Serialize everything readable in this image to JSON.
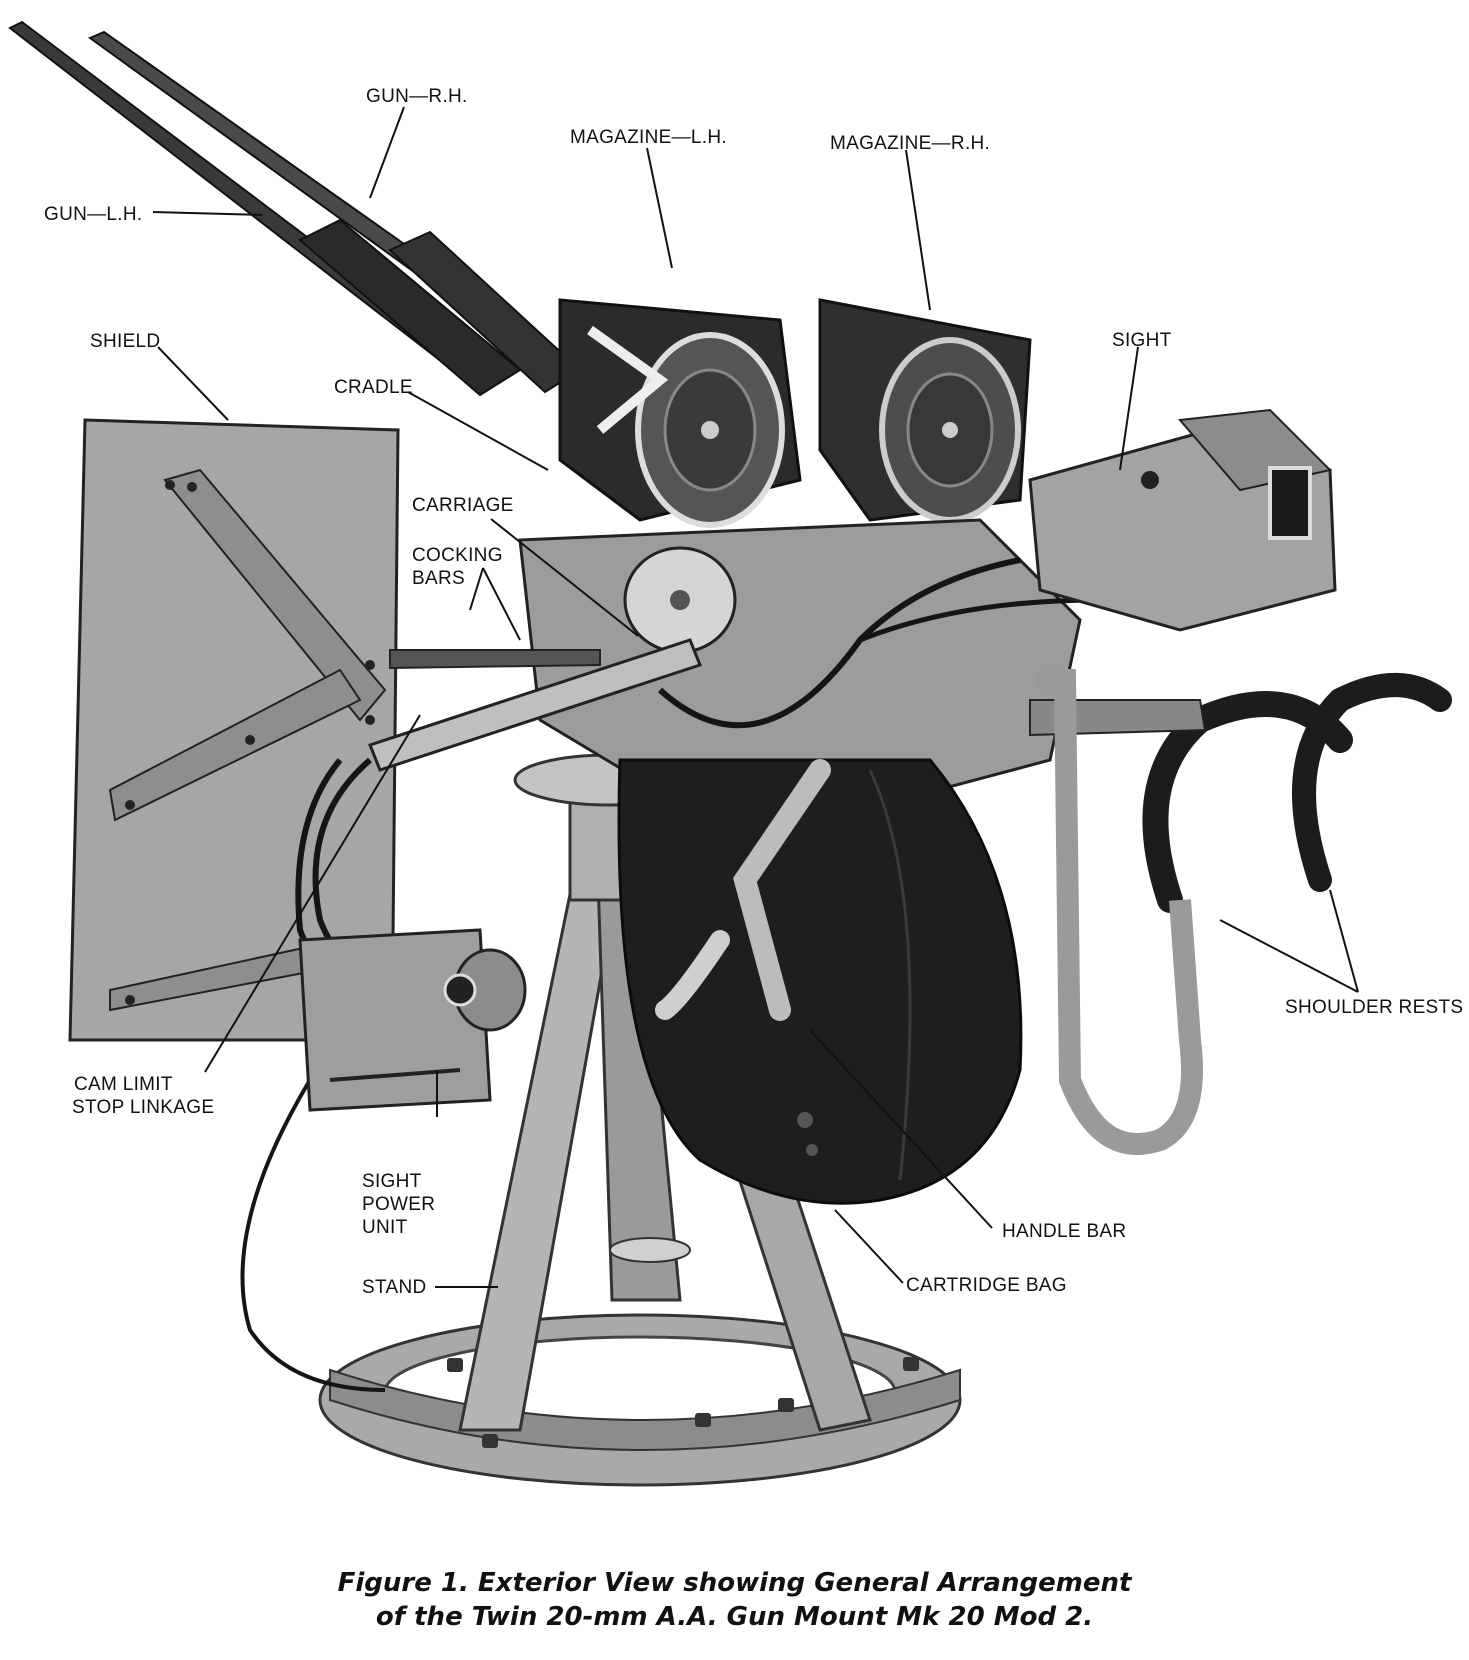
{
  "labels": {
    "gun_rh": "GUN—R.H.",
    "gun_lh": "GUN—L.H.",
    "magazine_lh": "MAGAZINE—L.H.",
    "magazine_rh": "MAGAZINE—R.H.",
    "shield": "SHIELD",
    "cradle": "CRADLE",
    "sight": "SIGHT",
    "carriage": "CARRIAGE",
    "cocking_bars_1": "COCKING",
    "cocking_bars_2": "BARS",
    "shoulder_rests": "SHOULDER RESTS",
    "cam_limit_1": "CAM LIMIT",
    "cam_limit_2": "STOP LINKAGE",
    "sight_power_1": "SIGHT",
    "sight_power_2": "POWER",
    "sight_power_3": "UNIT",
    "stand": "STAND",
    "handle_bar": "HANDLE BAR",
    "cartridge_bag": "CARTRIDGE BAG"
  },
  "caption": {
    "line1": "Figure 1.  Exterior View showing General Arrangement",
    "line2": "of the Twin 20-mm A.A. Gun Mount Mk 20 Mod 2."
  }
}
